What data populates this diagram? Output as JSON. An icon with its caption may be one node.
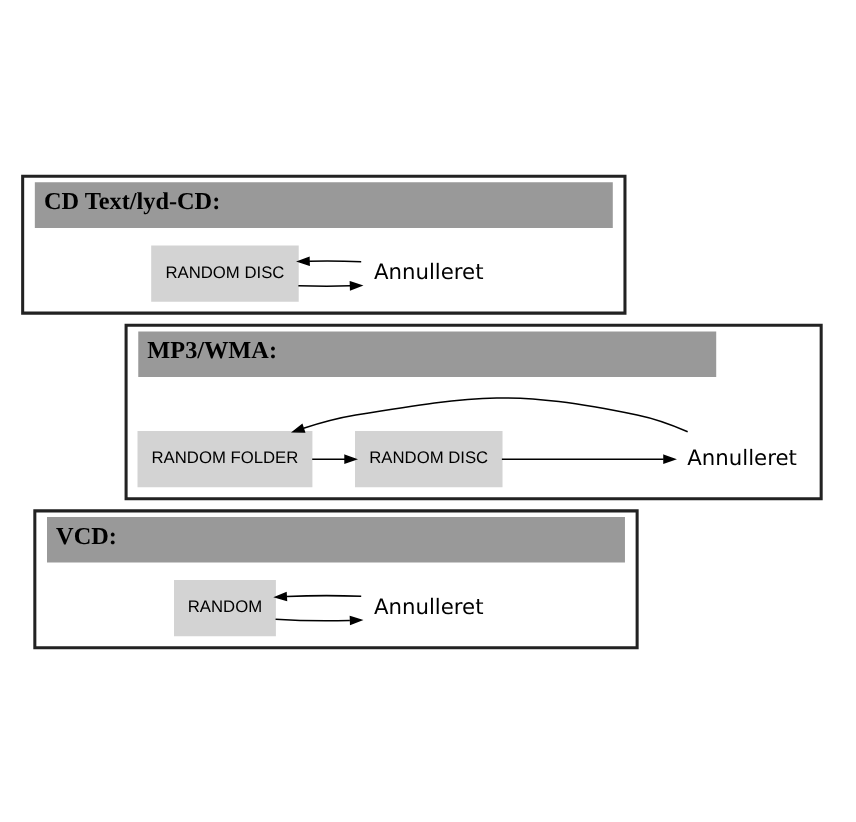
{
  "diagram": {
    "nodes": [
      {
        "text": [
          "VCD:"
        ]
      },
      {
        "text": [
          "RANDOM"
        ],
        "in": 0
      },
      {
        "text": [
          "Annulleret"
        ],
        "in": 0
      },
      {
        "text": [
          "MP3/WMA:"
        ]
      },
      {
        "text": [
          "RANDOM FOLDER"
        ],
        "in": 3
      },
      {
        "text": [
          "RANDOM DISC"
        ],
        "in": 3
      },
      {
        "text": [
          "Annulleret"
        ],
        "in": 3
      },
      {
        "text": [
          "CD Text/lyd-CD:"
        ]
      },
      {
        "text": [
          "RANDOM DISC"
        ],
        "in": 7
      },
      {
        "text": [
          "Annulleret"
        ],
        "in": 7
      }
    ],
    "edges": [
      {
        "from": 1,
        "to": 2,
        "arrow": "to"
      },
      {
        "from": 2,
        "to": 1,
        "arrow": "to"
      },
      {
        "from": 4,
        "to": 5,
        "arrow": "to"
      },
      {
        "from": 5,
        "to": 6,
        "arrow": "to"
      },
      {
        "from": 6,
        "to": 4,
        "arrow": "to"
      },
      {
        "from": 8,
        "to": 9,
        "arrow": "to"
      },
      {
        "from": 9,
        "to": 8,
        "arrow": "to"
      }
    ]
  }
}
